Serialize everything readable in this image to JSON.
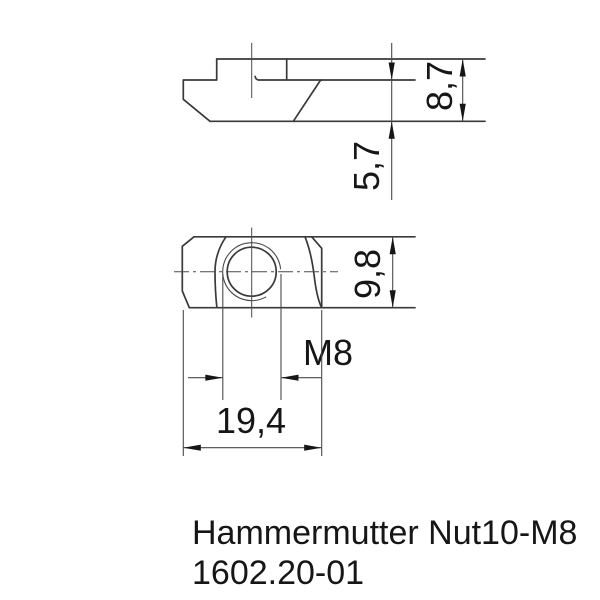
{
  "drawing": {
    "type": "technical-drawing",
    "part": {
      "title_line1": "Hammermutter Nut10-M8",
      "title_line2": "1602.20-01"
    },
    "dimensions": {
      "total_height": "8,7",
      "flange_height": "5,7",
      "nut_width": "9,8",
      "thread": "M8",
      "nut_length": "19,4"
    },
    "colors": {
      "background": "#ffffff",
      "line": "#3a3a3a",
      "dimension_line": "#4a4a4a",
      "text": "#161616"
    }
  }
}
